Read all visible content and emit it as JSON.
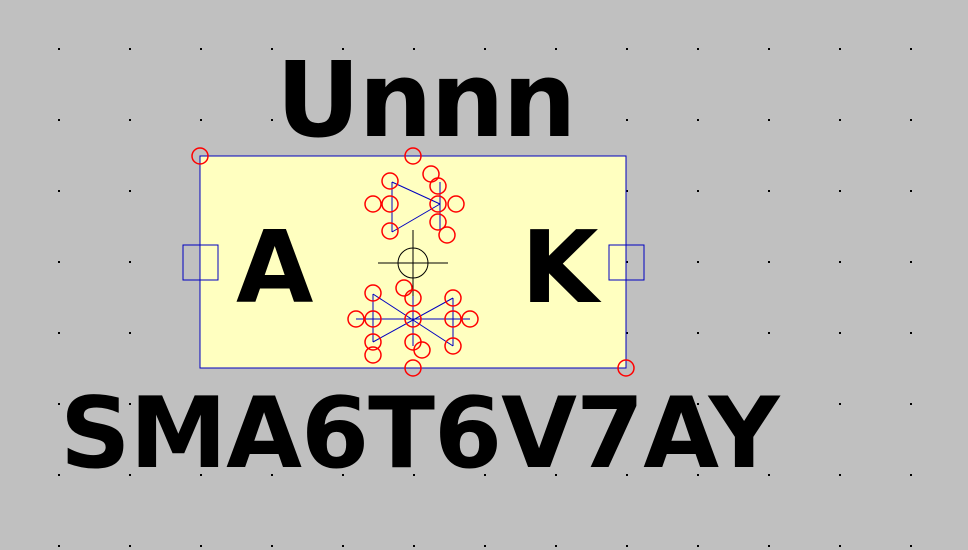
{
  "editor": {
    "background": "#c0c0c0",
    "grid_dot_color": "#000000"
  },
  "component": {
    "reference": "Unnn",
    "part_number": "SMA6T6V7AY",
    "pin_anode": "A",
    "pin_cathode": "K",
    "body_fill": "#ffffc0",
    "outline_color": "#0000c0",
    "handle_color": "#ff0000"
  }
}
